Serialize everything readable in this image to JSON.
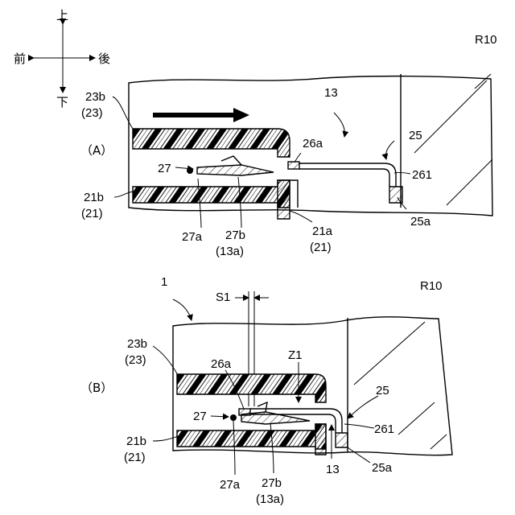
{
  "compass": {
    "up": "上",
    "down": "下",
    "front": "前",
    "back": "後"
  },
  "panel_a": {
    "tag": "（A）",
    "labels": {
      "l23b": "23b",
      "l23": "(23)",
      "l13": "13",
      "lR10": "R10",
      "l26a": "26a",
      "l25": "25",
      "l27": "27",
      "l261": "261",
      "l21b": "21b",
      "l21": "(21)",
      "l25a": "25a",
      "l27a": "27a",
      "l27b": "27b",
      "l13a": "(13a)",
      "l21a": "21a",
      "l21x": "(21)"
    }
  },
  "panel_b": {
    "tag": "（B）",
    "labels": {
      "l1": "1",
      "lS1": "S1",
      "lR10": "R10",
      "l23b": "23b",
      "l23": "(23)",
      "l26a": "26a",
      "lZ1": "Z1",
      "l25": "25",
      "l27": "27",
      "l261": "261",
      "l21b": "21b",
      "l21": "(21)",
      "l13": "13",
      "l25a": "25a",
      "l27a": "27a",
      "l27b": "27b",
      "l13a": "(13a)"
    }
  }
}
